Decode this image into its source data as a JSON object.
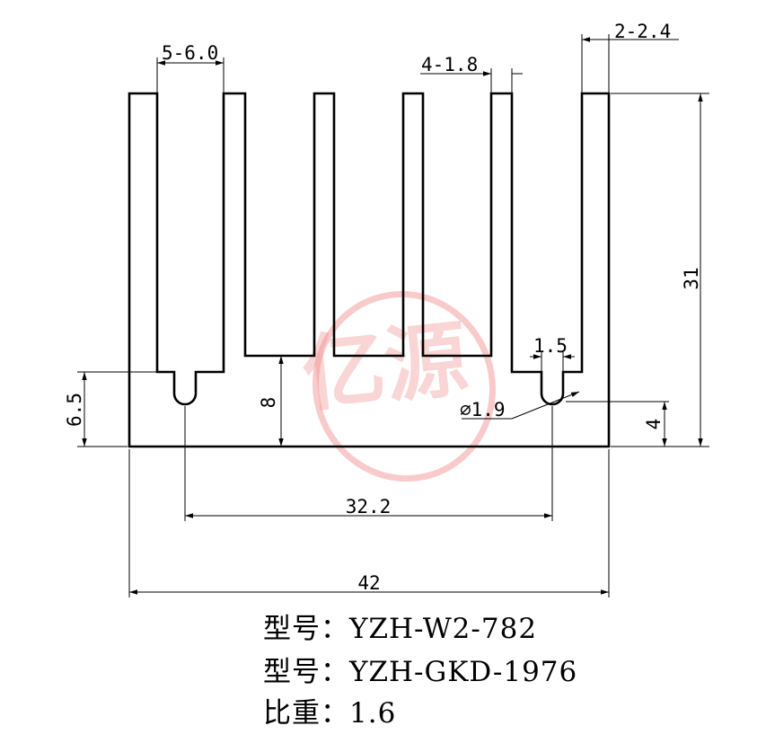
{
  "watermark": {
    "text": "亿源",
    "color": "#f08a8a"
  },
  "dimensions": {
    "fin_gap": "5-6.0",
    "inner_fin": "4-1.8",
    "outer_fin": "2-2.4",
    "height": "31",
    "base_height": "6.5",
    "slot_depth": "8",
    "slot_width": "1.5",
    "hole_diameter": "⌀1.9",
    "hole_height": "4",
    "hole_spacing": "32.2",
    "total_width": "42"
  },
  "specs": [
    {
      "label": "型号：",
      "value": "YZH-W2-782"
    },
    {
      "label": "型号：",
      "value": "YZH-GKD-1976"
    },
    {
      "label": "比重：",
      "value": "1.6"
    }
  ]
}
